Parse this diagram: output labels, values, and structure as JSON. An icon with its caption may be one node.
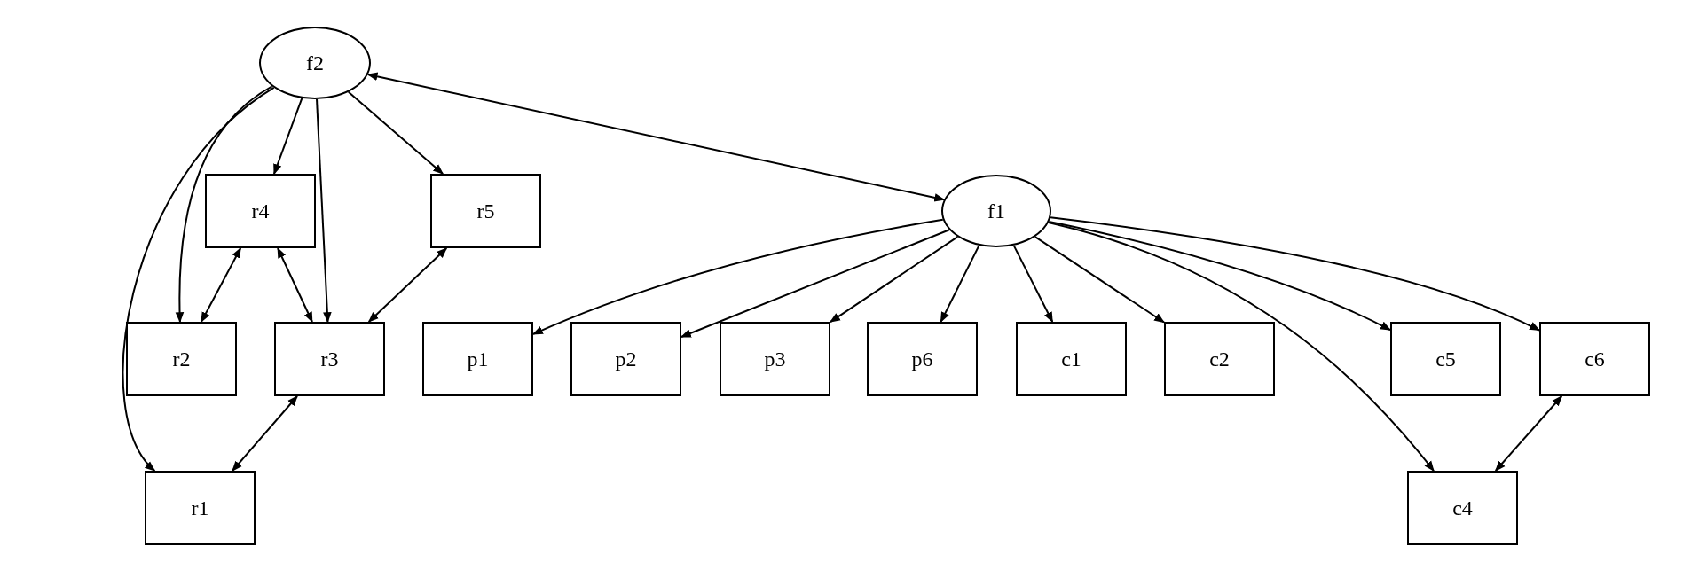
{
  "diagram": {
    "nodes": [
      {
        "text": [
          "f2"
        ]
      },
      {
        "text": [
          "r4"
        ]
      },
      {
        "text": [
          "r5"
        ]
      },
      {
        "text": [
          "f1"
        ]
      },
      {
        "text": [
          "r2"
        ]
      },
      {
        "text": [
          "r3"
        ]
      },
      {
        "text": [
          "p1"
        ]
      },
      {
        "text": [
          "p2"
        ]
      },
      {
        "text": [
          "p3"
        ]
      },
      {
        "text": [
          "p6"
        ]
      },
      {
        "text": [
          "c1"
        ]
      },
      {
        "text": [
          "c2"
        ]
      },
      {
        "text": [
          "c5"
        ]
      },
      {
        "text": [
          "c6"
        ]
      },
      {
        "text": [
          "r1"
        ]
      },
      {
        "text": [
          "c4"
        ]
      }
    ],
    "edges": [
      {
        "from": 0,
        "to": 3,
        "arrow": "both"
      },
      {
        "from": 0,
        "to": 1,
        "arrow": "to"
      },
      {
        "from": 0,
        "to": 5,
        "arrow": "to"
      },
      {
        "from": 0,
        "to": 2,
        "arrow": "to"
      },
      {
        "from": 0,
        "to": 4,
        "arrow": "to"
      },
      {
        "from": 0,
        "to": 14,
        "arrow": "to"
      },
      {
        "from": 1,
        "to": 4,
        "arrow": "both"
      },
      {
        "from": 1,
        "to": 5,
        "arrow": "both"
      },
      {
        "from": 2,
        "to": 5,
        "arrow": "both"
      },
      {
        "from": 5,
        "to": 14,
        "arrow": "both"
      },
      {
        "from": 3,
        "to": 6,
        "arrow": "to"
      },
      {
        "from": 3,
        "to": 7,
        "arrow": "to"
      },
      {
        "from": 3,
        "to": 8,
        "arrow": "to"
      },
      {
        "from": 3,
        "to": 9,
        "arrow": "to"
      },
      {
        "from": 3,
        "to": 10,
        "arrow": "to"
      },
      {
        "from": 3,
        "to": 11,
        "arrow": "to"
      },
      {
        "from": 3,
        "to": 12,
        "arrow": "to"
      },
      {
        "from": 3,
        "to": 13,
        "arrow": "to"
      },
      {
        "from": 3,
        "to": 15,
        "arrow": "to"
      },
      {
        "from": 13,
        "to": 15,
        "arrow": "both"
      }
    ]
  }
}
